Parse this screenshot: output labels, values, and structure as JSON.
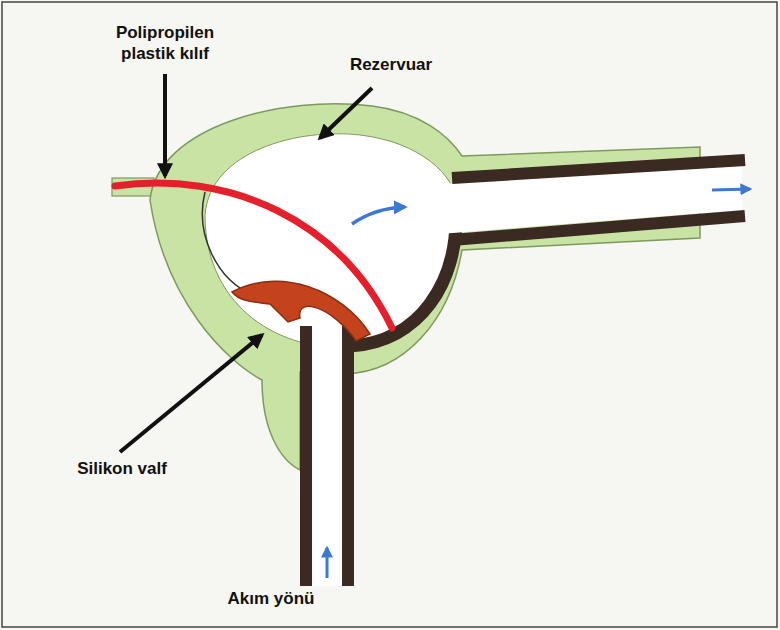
{
  "diagram": {
    "labels": [
      "Polipropilen plastik kılıf",
      "Rezervuar",
      "Silikon valf",
      "Akım yönü"
    ]
  }
}
